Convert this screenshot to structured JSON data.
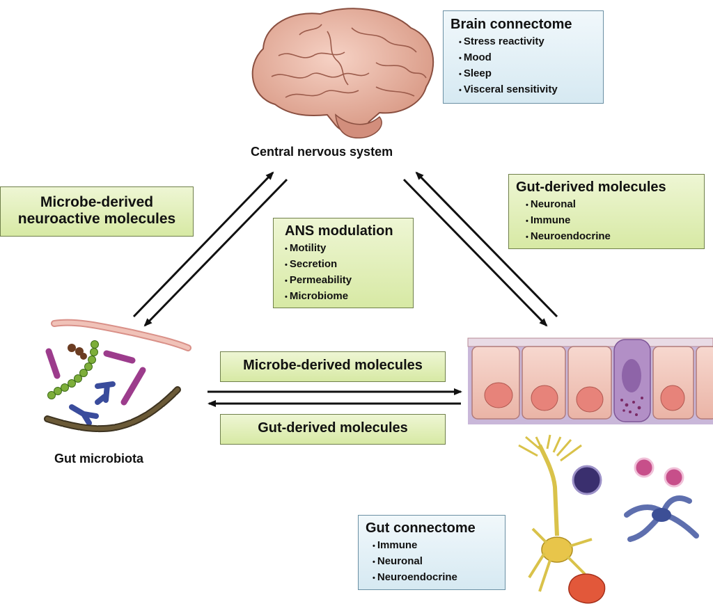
{
  "nodes": {
    "cns": "Central nervous system",
    "microbiota": "Gut microbiota"
  },
  "brain_connectome": {
    "title": "Brain connectome",
    "items": [
      "Stress reactivity",
      "Mood",
      "Sleep",
      "Visceral sensitivity"
    ]
  },
  "microbe_neuroactive": {
    "line1": "Microbe-derived",
    "line2": "neuroactive molecules"
  },
  "ans_modulation": {
    "title": "ANS modulation",
    "items": [
      "Motility",
      "Secretion",
      "Permeability",
      "Microbiome"
    ]
  },
  "gut_derived_right": {
    "title": "Gut-derived molecules",
    "items": [
      "Neuronal",
      "Immune",
      "Neuroendocrine"
    ]
  },
  "microbe_derived_molecules": "Microbe-derived molecules",
  "gut_derived_bottom": "Gut-derived molecules",
  "gut_connectome": {
    "title": "Gut connectome",
    "items": [
      "Immune",
      "Neuronal",
      "Neuroendocrine"
    ]
  },
  "colors": {
    "green_box": "#d7e9a4",
    "blue_box": "#d6e9f2",
    "brain": "#e8b5a4",
    "epithelium": "#f3c7bd"
  }
}
